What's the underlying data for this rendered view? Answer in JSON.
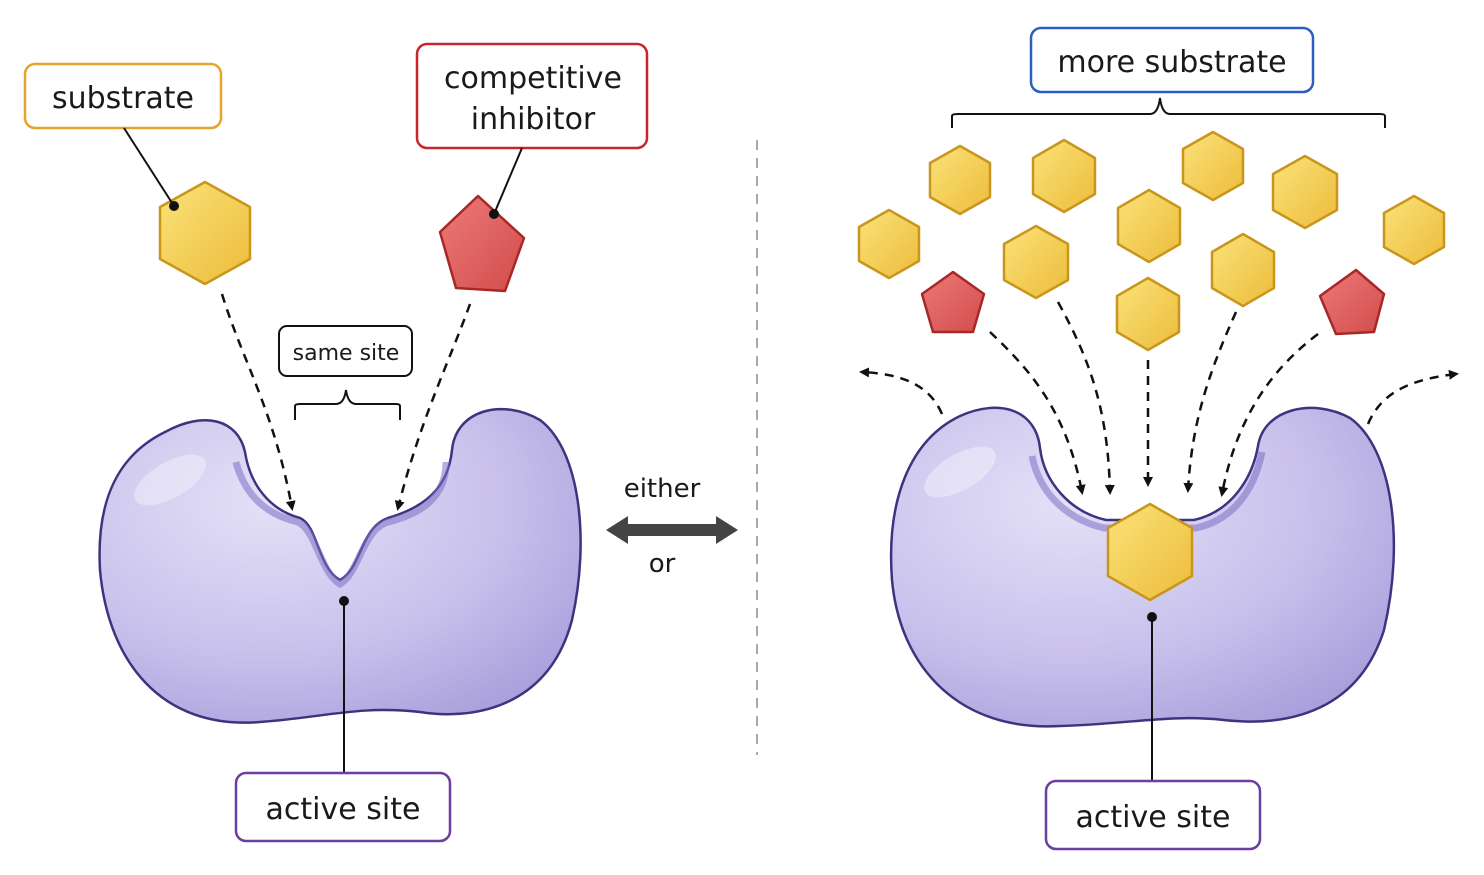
{
  "left_panel": {
    "substrate_label": "substrate",
    "inhibitor_label_line1": "competitive",
    "inhibitor_label_line2": "inhibitor",
    "same_site_label": "same site",
    "active_site_label": "active site"
  },
  "center": {
    "either_label": "either",
    "or_label": "or"
  },
  "right_panel": {
    "more_substrate_label": "more substrate",
    "active_site_label": "active site"
  },
  "colors": {
    "substrate_fill": "#f5cf52",
    "substrate_stroke": "#c9961c",
    "inhibitor_fill": "#e06060",
    "inhibitor_stroke": "#a82828",
    "enzyme_fill": "#c8c0ea",
    "enzyme_stroke": "#3d3480",
    "substrate_box": "#e6a52a",
    "inhibitor_box": "#c8262a",
    "more_substrate_box": "#2a5fc0",
    "active_site_box": "#6a3fa0"
  }
}
